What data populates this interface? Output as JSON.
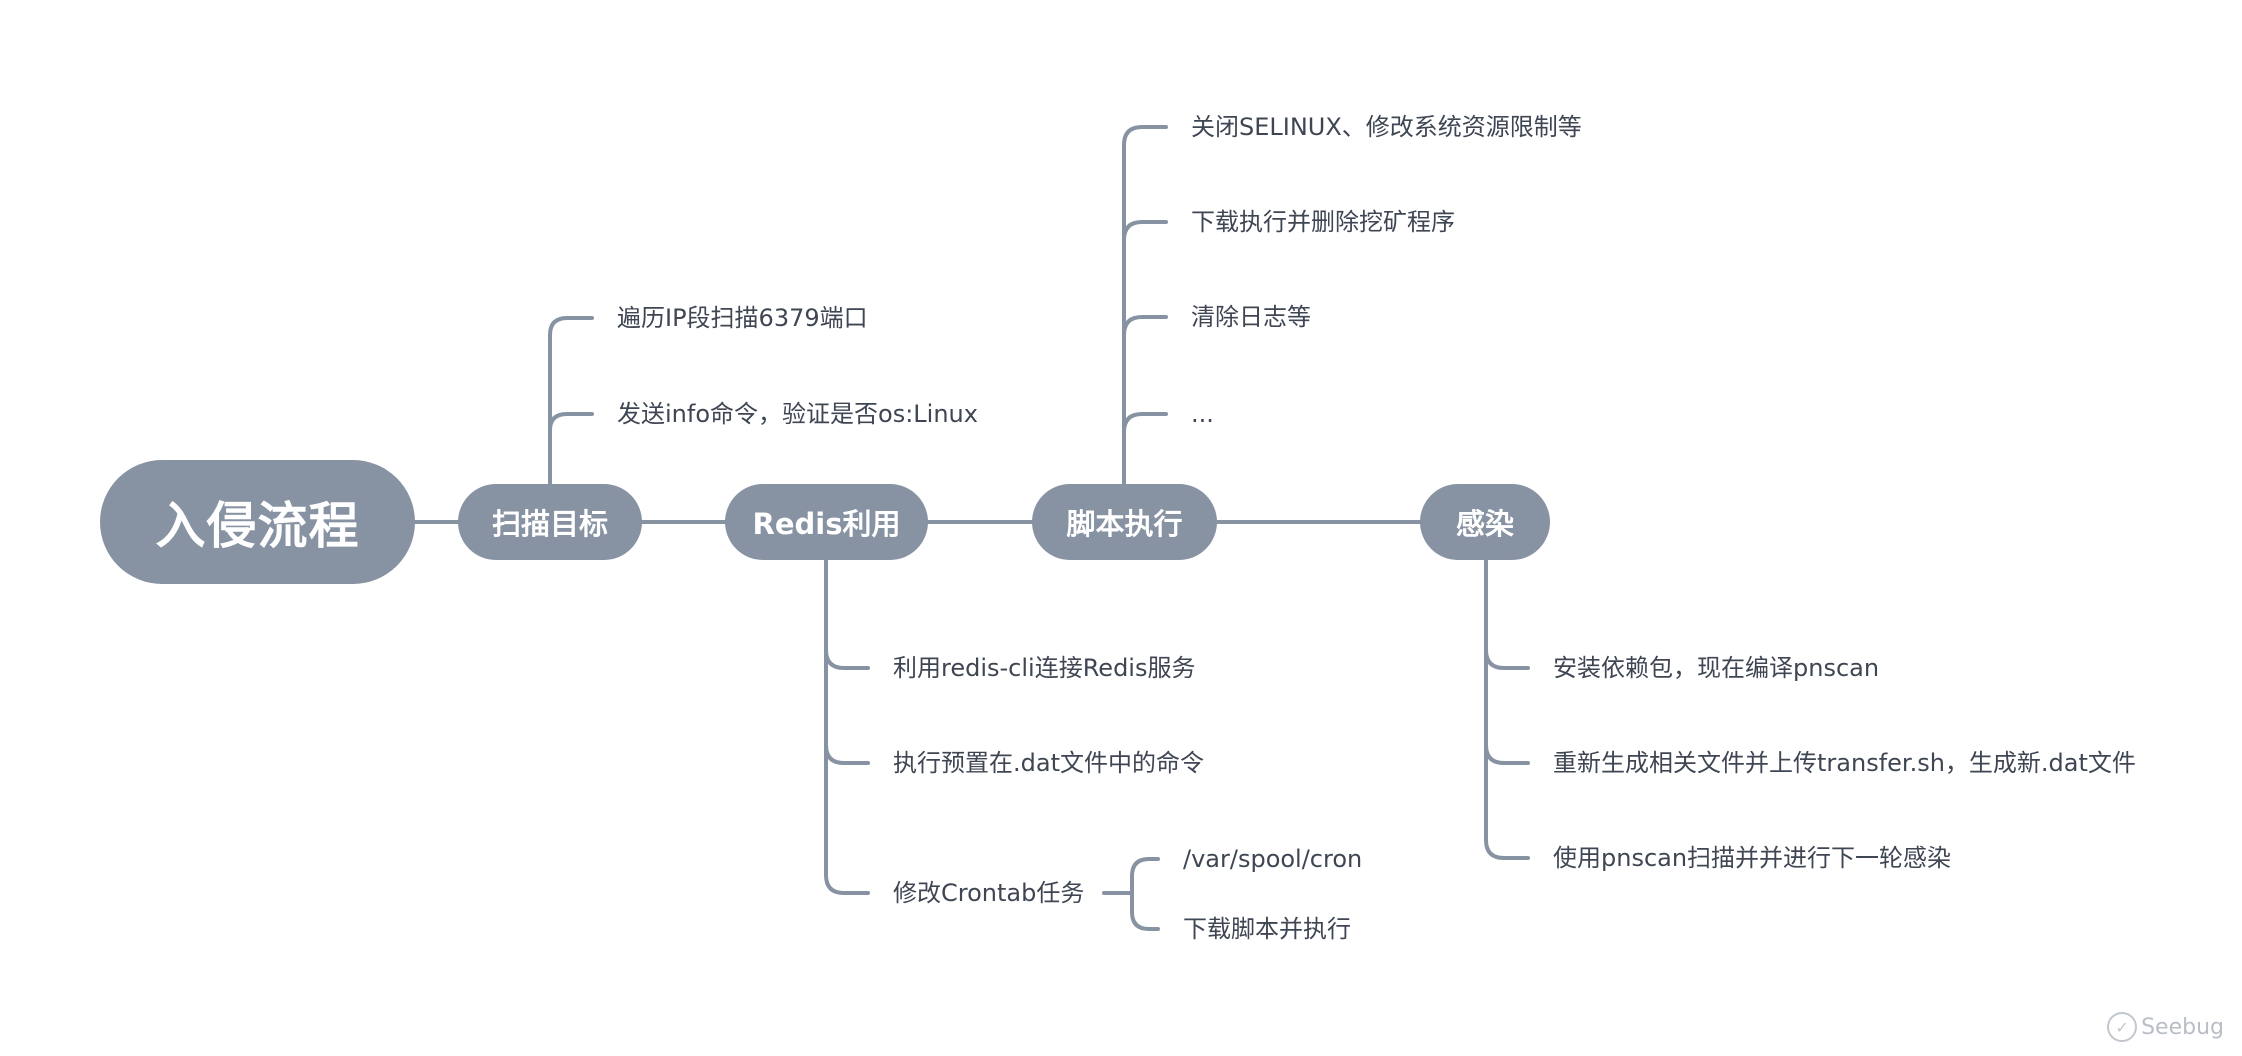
{
  "root": {
    "label": "入侵流程"
  },
  "branches": {
    "scan": {
      "label": "扫描目标",
      "items": [
        "遍历IP段扫描6379端口",
        "发送info命令，验证是否os:Linux"
      ]
    },
    "redis": {
      "label": "Redis利用",
      "items": [
        "利用redis-cli连接Redis服务",
        "执行预置在.dat文件中的命令",
        "修改Crontab任务"
      ],
      "crontab_items": [
        "/var/spool/cron",
        "下载脚本并执行"
      ]
    },
    "script": {
      "label": "脚本执行",
      "items": [
        "关闭SELINUX、修改系统资源限制等",
        "下载执行并删除挖矿程序",
        "清除日志等",
        "..."
      ]
    },
    "infect": {
      "label": "感染",
      "items": [
        "安装依赖包，现在编译pnscan",
        "重新生成相关文件并上传transfer.sh，生成新.dat文件",
        "使用pnscan扫描并并进行下一轮感染"
      ]
    }
  },
  "watermark": {
    "text": "Seebug",
    "icon": "seebug-logo-icon"
  },
  "colors": {
    "node": "#8792a2",
    "line": "#8792a2",
    "text": "#3f4653",
    "background": "#ffffff"
  }
}
